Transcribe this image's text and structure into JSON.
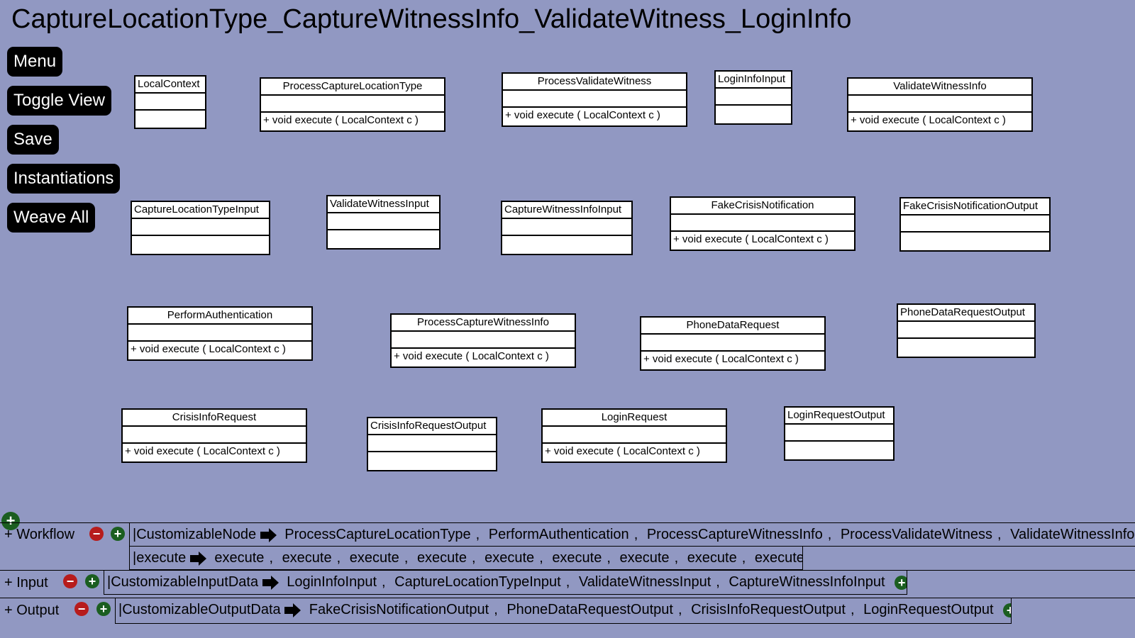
{
  "title": "CaptureLocationType_CaptureWitnessInfo_ValidateWitness_LoginInfo",
  "nav": {
    "menu": "Menu",
    "toggle_view": "Toggle View",
    "save": "Save",
    "instantiations": "Instantiations",
    "weave_all": "Weave All"
  },
  "method": "+ void execute ( LocalContext c )",
  "classes": {
    "local_context": "LocalContext",
    "process_capture_location_type": "ProcessCaptureLocationType",
    "process_validate_witness": "ProcessValidateWitness",
    "login_info_input": "LoginInfoInput",
    "validate_witness_info": "ValidateWitnessInfo",
    "capture_location_type_input": "CaptureLocationTypeInput",
    "validate_witness_input": "ValidateWitnessInput",
    "capture_witness_info_input": "CaptureWitnessInfoInput",
    "fake_crisis_notification": "FakeCrisisNotification",
    "fake_crisis_notification_output": "FakeCrisisNotificationOutput",
    "perform_authentication": "PerformAuthentication",
    "process_capture_witness_info": "ProcessCaptureWitnessInfo",
    "phone_data_request": "PhoneDataRequest",
    "phone_data_request_output": "PhoneDataRequestOutput",
    "crisis_info_request": "CrisisInfoRequest",
    "crisis_info_request_output": "CrisisInfoRequestOutput",
    "login_request": "LoginRequest",
    "login_request_output": "LoginRequestOutput"
  },
  "bottom": {
    "workflow_label": "+  Workflow",
    "input_label": "+  Input",
    "output_label": "+  Output",
    "workflow_head": "|CustomizableNode",
    "workflow_items": [
      "ProcessCaptureLocationType",
      "PerformAuthentication",
      "ProcessCaptureWitnessInfo",
      "ProcessValidateWitness",
      "ValidateWitnessInfo"
    ],
    "execute_head": "|execute",
    "execute_items": [
      "execute",
      "execute",
      "execute",
      "execute",
      "execute",
      "execute",
      "execute",
      "execute",
      "execute"
    ],
    "input_head": "|CustomizableInputData",
    "input_items": [
      "LoginInfoInput",
      "CaptureLocationTypeInput",
      "ValidateWitnessInput",
      "CaptureWitnessInfoInput"
    ],
    "output_head": "|CustomizableOutputData",
    "output_items": [
      "FakeCrisisNotificationOutput",
      "PhoneDataRequestOutput",
      "CrisisInfoRequestOutput",
      "LoginRequestOutput"
    ]
  }
}
